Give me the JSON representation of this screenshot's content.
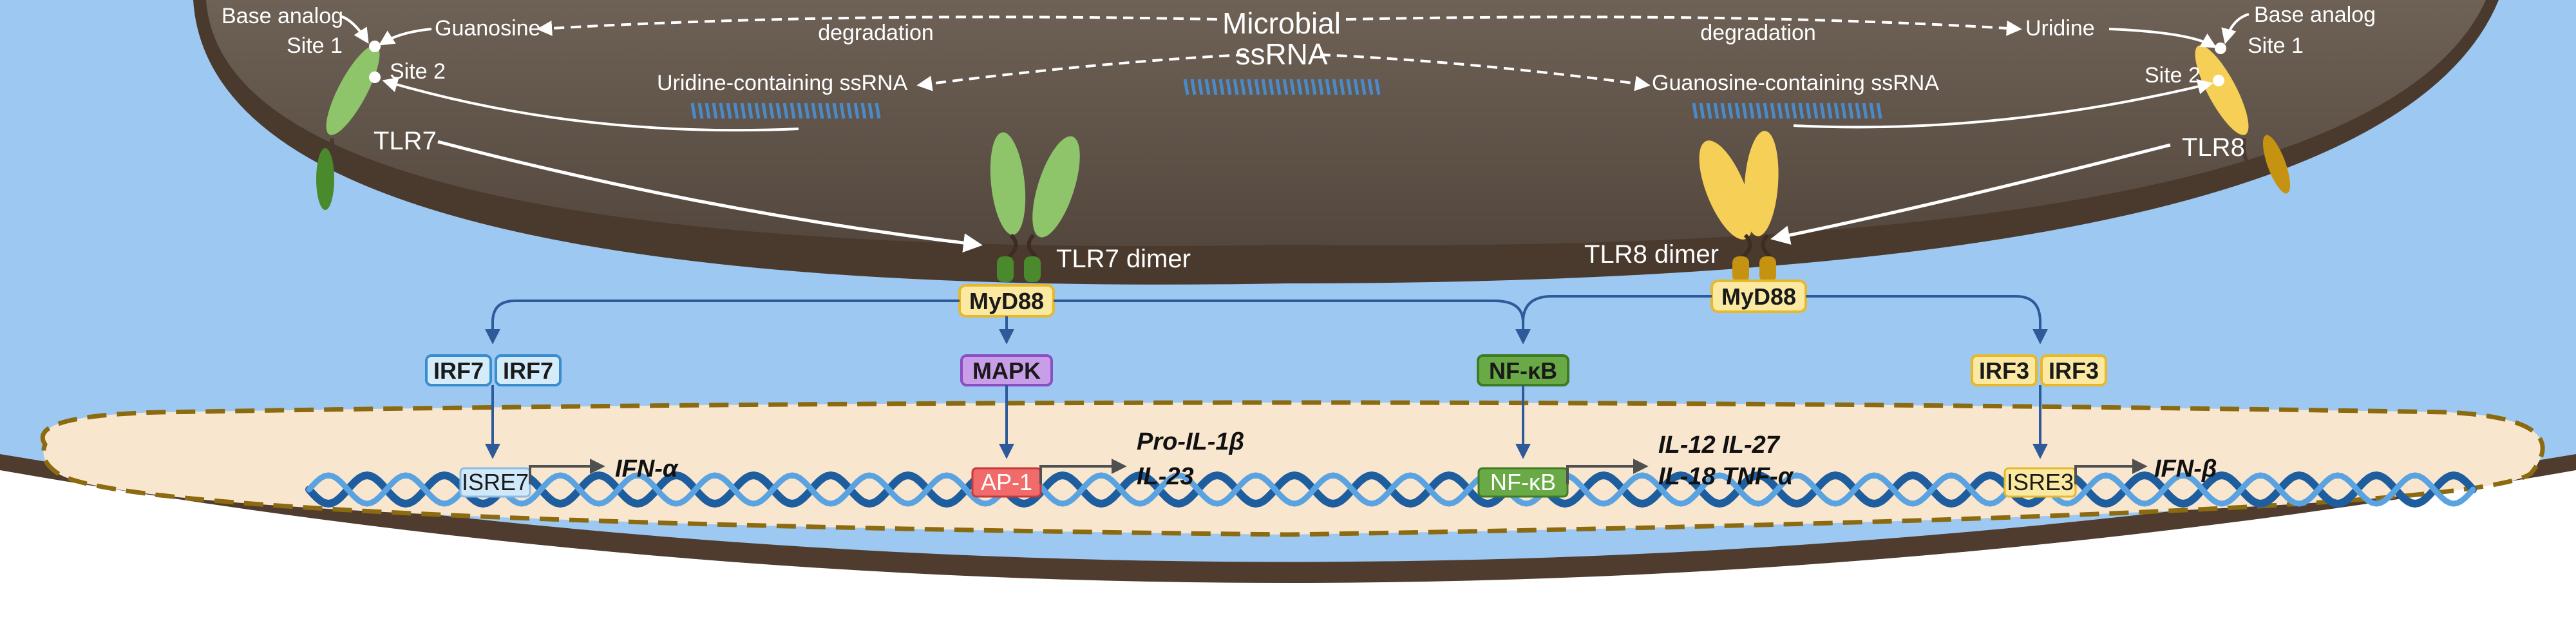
{
  "colors": {
    "cytoplasm": "#9cc8f2",
    "endosome": "#5e5046",
    "endosome_rim": "#4a3a2e",
    "nucleus": "#f8e6cf",
    "nucleus_border": "#8b6a10",
    "tlr7": "#8fc56a",
    "tlr7_dark": "#4a8a2c",
    "tlr8": "#f6cf57",
    "tlr8_dark": "#c69212",
    "dna": "#1e5d9e",
    "arrow_blue": "#2e5a9a"
  },
  "top": {
    "microbial": "Microbial",
    "ssrna": "ssRNA",
    "degradation_left": "degradation",
    "degradation_right": "degradation",
    "guanosine": "Guanosine",
    "uridine": "Uridine",
    "uridine_ssrna": "Uridine-containing ssRNA",
    "guanosine_ssrna": "Guanosine-containing ssRNA"
  },
  "left_receptor": {
    "base_analog": "Base analog",
    "site1": "Site 1",
    "site2": "Site 2",
    "name": "TLR7"
  },
  "right_receptor": {
    "base_analog": "Base analog",
    "site1": "Site 1",
    "site2": "Site 2",
    "name": "TLR8"
  },
  "dimers": {
    "tlr7": "TLR7 dimer",
    "tlr8": "TLR8 dimer"
  },
  "adaptors": {
    "myd88_left": "MyD88",
    "myd88_right": "MyD88"
  },
  "factors": {
    "irf7_a": "IRF7",
    "irf7_b": "IRF7",
    "mapk": "MAPK",
    "nfkb": "NF-κB",
    "irf3_a": "IRF3",
    "irf3_b": "IRF3"
  },
  "elements": {
    "isre7": "ISRE7",
    "ap1": "AP-1",
    "nfkb": "NF-κB",
    "isre3": "ISRE3"
  },
  "genes": {
    "ifn_alpha": "IFN-α",
    "pro_il1b": "Pro-IL-1β",
    "il23": "IL-23",
    "il12_il27": "IL-12 IL-27",
    "il18_tnfa": "IL-18 TNF-α",
    "ifn_beta": "IFN-β"
  }
}
